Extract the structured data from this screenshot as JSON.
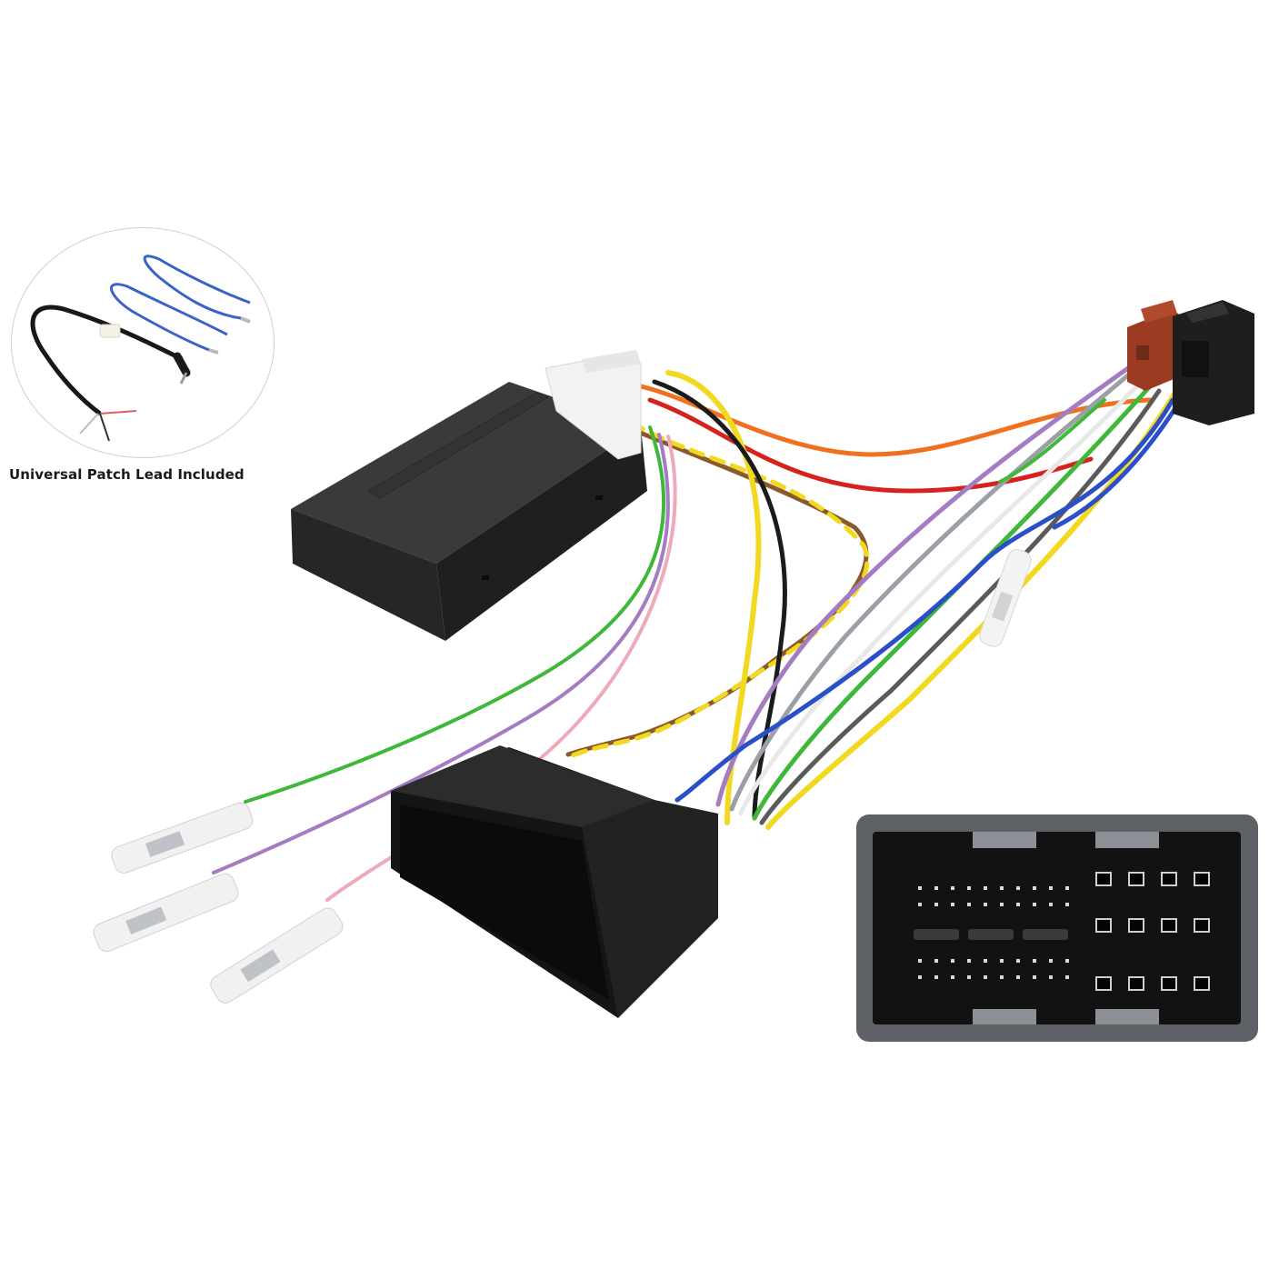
{
  "product": {
    "caption": "Universal Patch Lead Included",
    "components": [
      {
        "name": "interface-box",
        "color": "#2b2b2b"
      },
      {
        "name": "white-module-plug",
        "color": "#f2f2f2"
      },
      {
        "name": "iso-connector-brown",
        "color": "#9a3b22"
      },
      {
        "name": "iso-connector-black",
        "color": "#1e1e1e"
      },
      {
        "name": "vehicle-connector-black",
        "color": "#1c1c1c"
      },
      {
        "name": "vehicle-connector-face",
        "color": "#5e6166"
      },
      {
        "name": "spade-terminals",
        "count": 4
      },
      {
        "name": "patch-lead-inset",
        "items": [
          "black 3.5mm jack lead",
          "2 blue wires",
          "white plug"
        ]
      }
    ],
    "wire_colors": {
      "green": "#3fb83a",
      "purple": "#a47cc4",
      "pink": "#eeaab8",
      "yellow": "#f2d81e",
      "orange": "#f0701e",
      "red": "#d6221c",
      "brown": "#8a5a2b",
      "blue": "#2a4fc8",
      "grey": "#9aa0a6",
      "black": "#1b1b1b",
      "white": "#e8e8e8"
    },
    "connector_face": {
      "small_pin_rows": 4,
      "small_pins_per_row": 10,
      "large_terminal_grid": [
        4,
        3
      ]
    }
  }
}
